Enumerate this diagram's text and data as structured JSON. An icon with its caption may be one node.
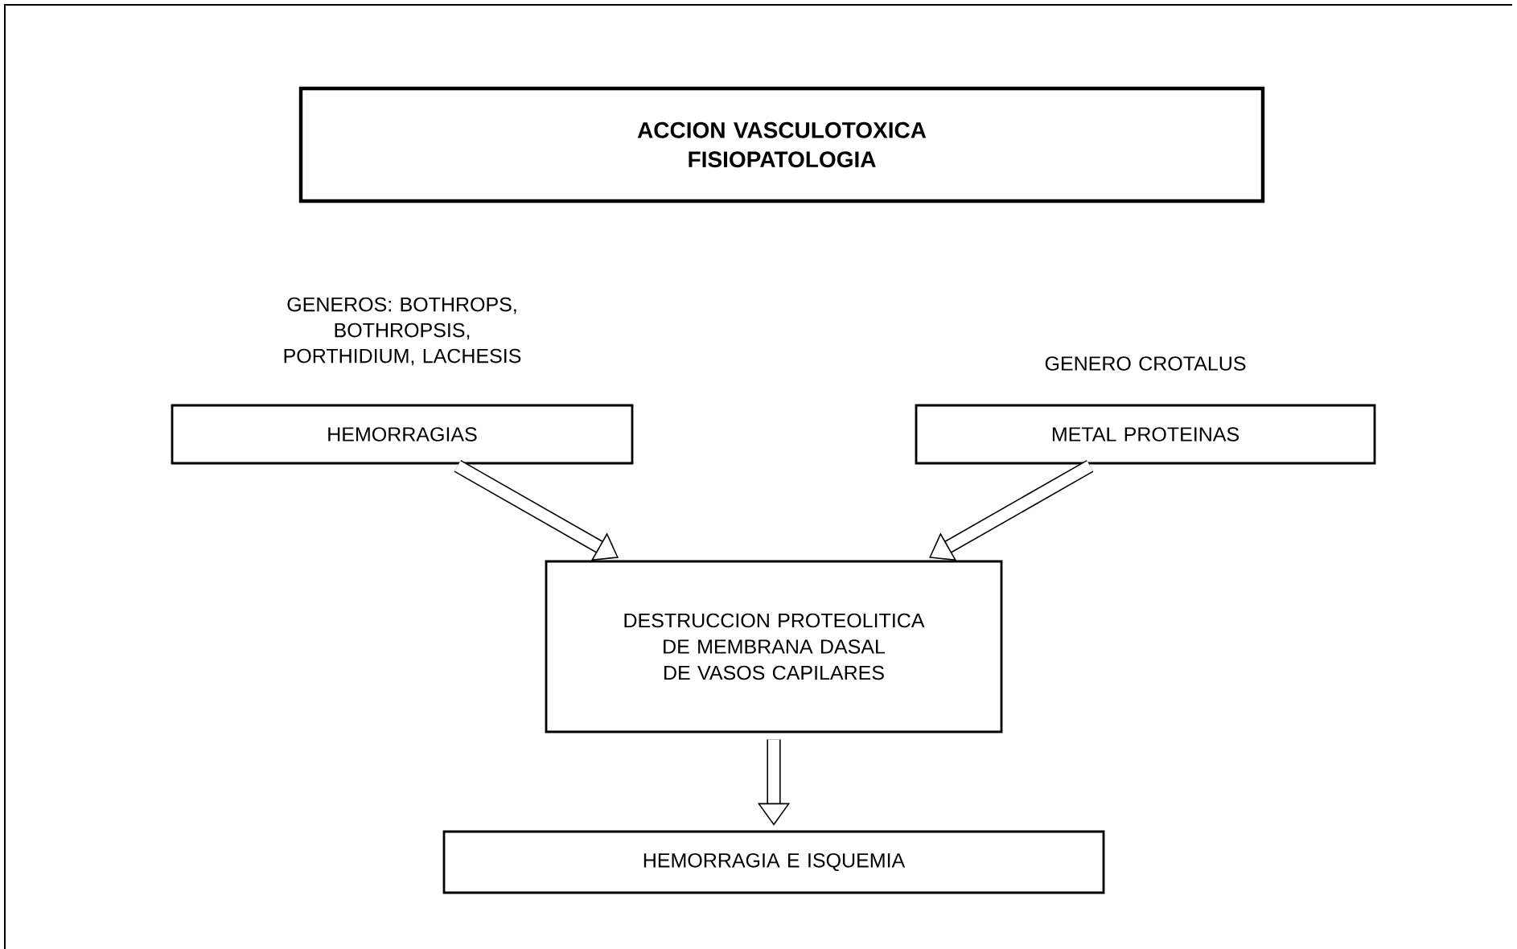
{
  "diagram": {
    "nodes": [
      {
        "text": [
          "ACCION VASCULOTOXICA FISIOPATOLOGIA"
        ]
      },
      {
        "text": [
          "HEMORRAGIAS"
        ],
        "beside": [
          "GENEROS: BOTHROPS, BOTHROPSIS, PORTHIDIUM, LACHESIS"
        ]
      },
      {
        "text": [
          "METAL PROTEINAS"
        ],
        "beside": [
          "GENERO CROTALUS"
        ]
      },
      {
        "text": [
          "DESTRUCCION PROTEOLITICA DE MEMBRANA DASAL DE VASOS CAPILARES"
        ]
      },
      {
        "text": [
          "HEMORRAGIA E ISQUEMIA"
        ]
      }
    ],
    "edges": [
      {
        "from": 1,
        "to": 3,
        "arrow": "to"
      },
      {
        "from": 2,
        "to": 3,
        "arrow": "to"
      },
      {
        "from": 3,
        "to": 4,
        "arrow": "to"
      }
    ]
  }
}
